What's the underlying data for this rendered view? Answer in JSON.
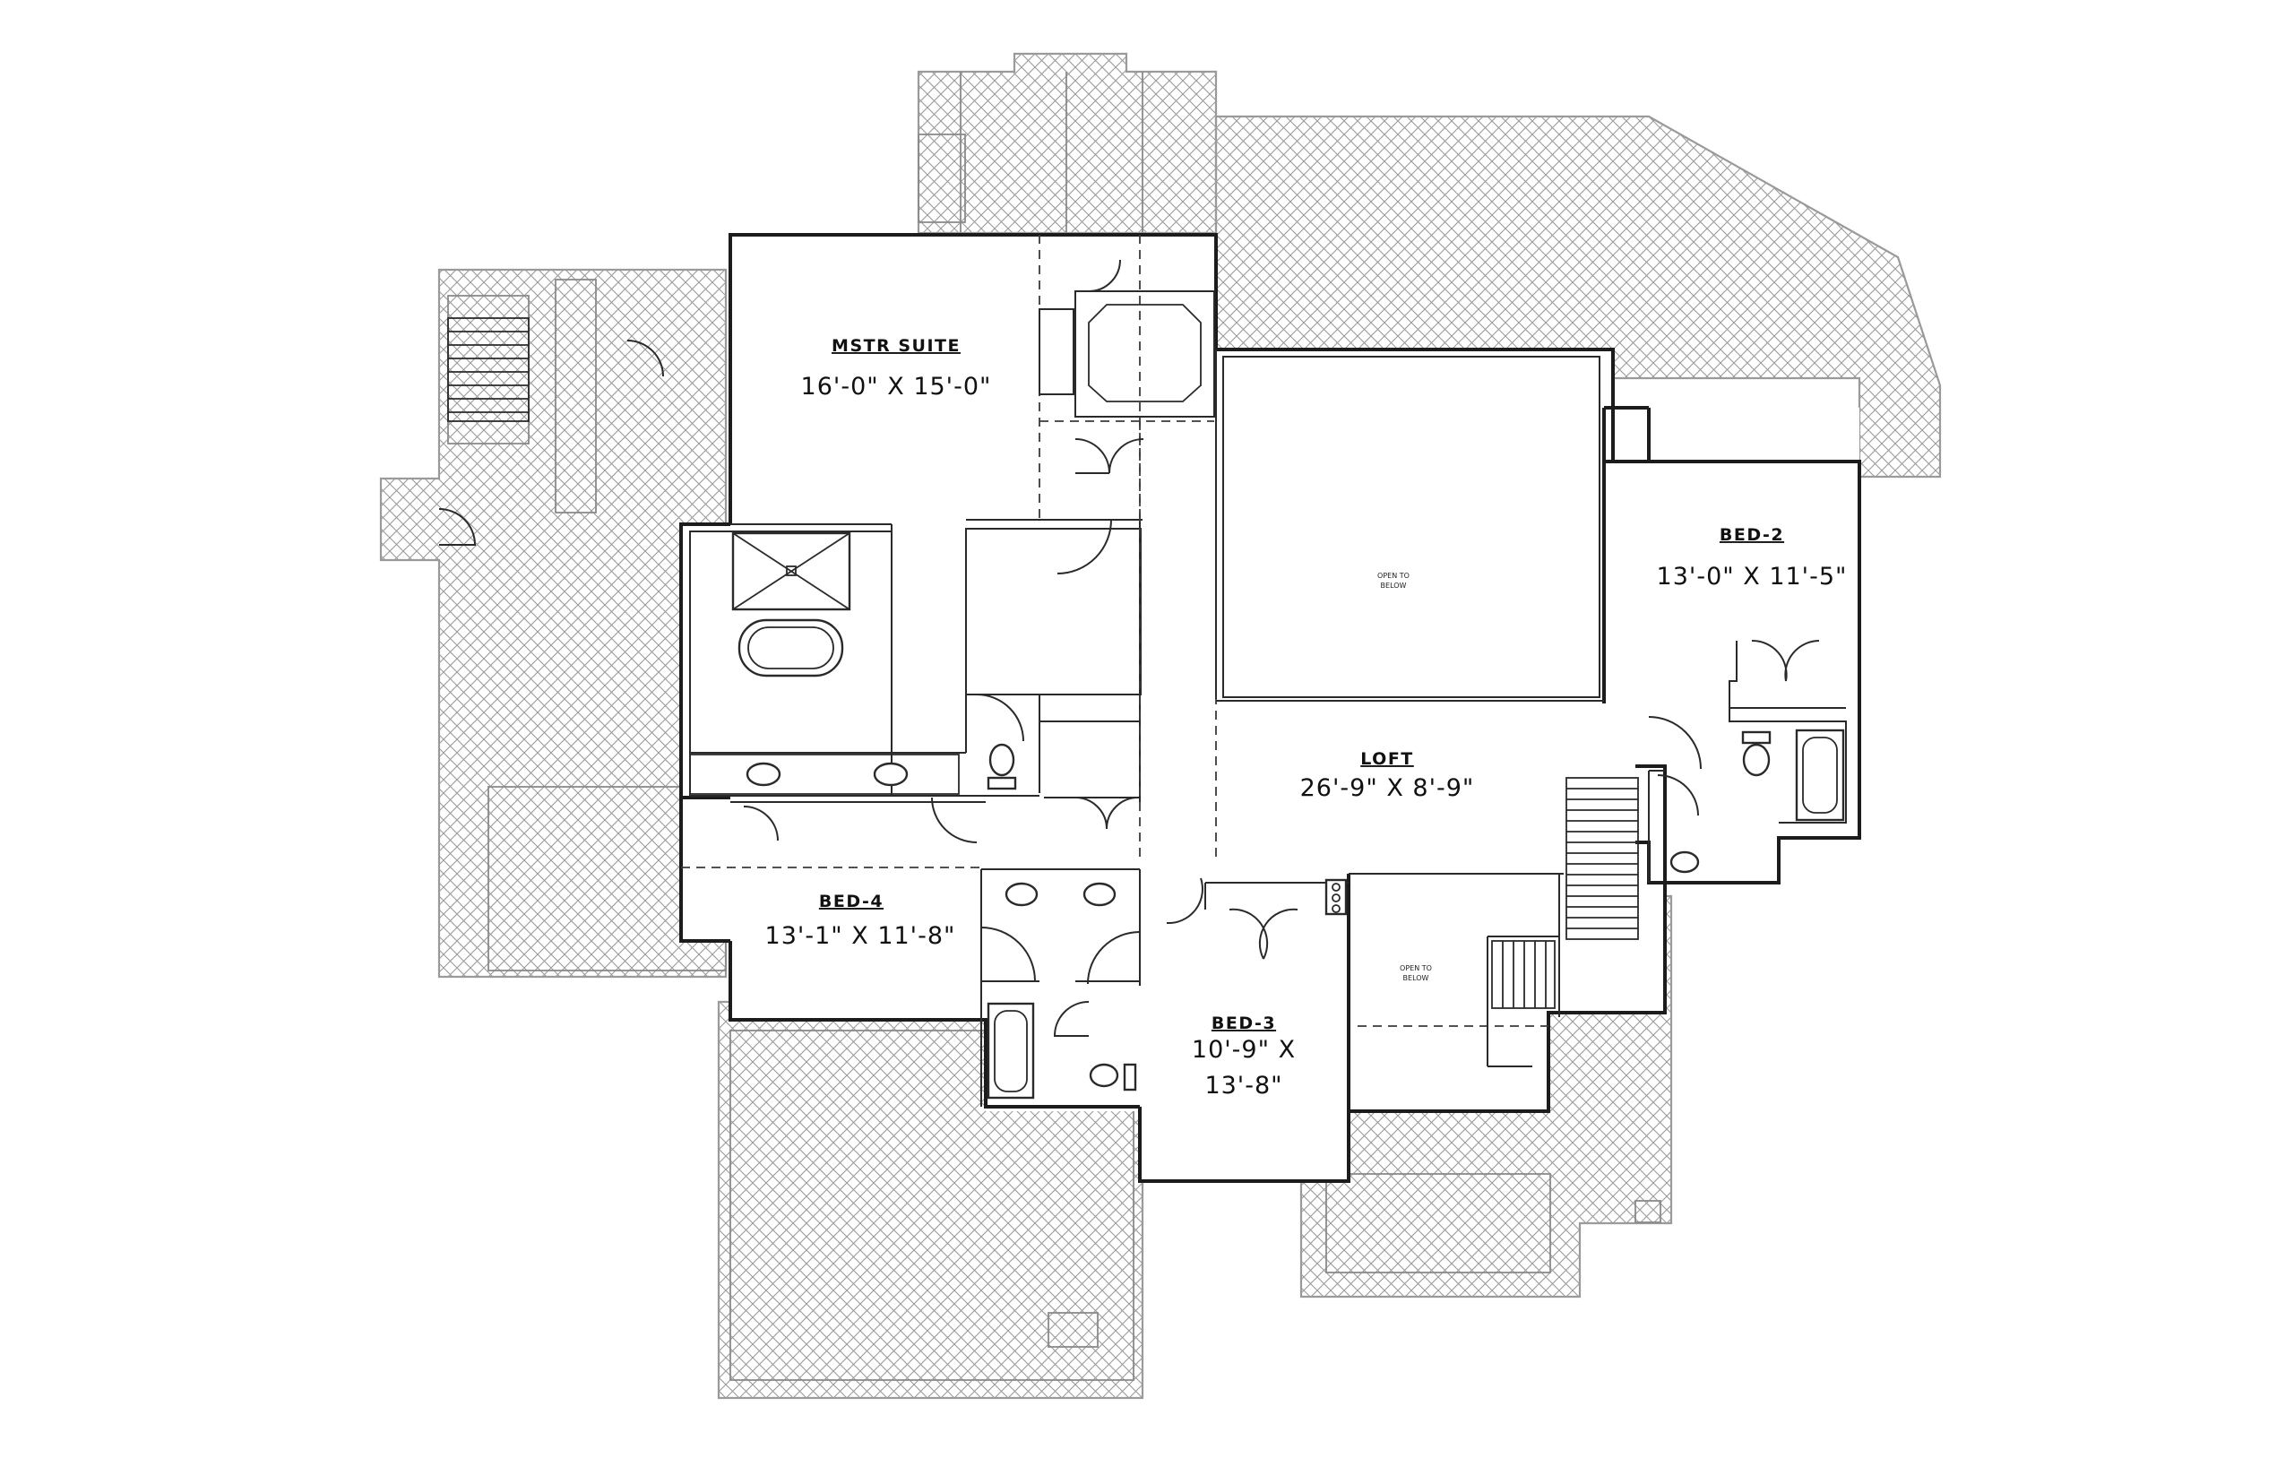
{
  "rooms": {
    "master_suite": {
      "name": "MSTR SUITE",
      "dims": "16'-0\" X 15'-0\""
    },
    "bed_2": {
      "name": "BED-2",
      "dims": "13'-0\" X 11'-5\""
    },
    "loft": {
      "name": "LOFT",
      "dims": "26'-9\" X 8'-9\""
    },
    "bed_4": {
      "name": "BED-4",
      "dims": "13'-1\" X 11'-8\""
    },
    "bed_3": {
      "name": "BED-3",
      "dims_line1": "10'-9\" X",
      "dims_line2": "13'-8\""
    }
  },
  "notes": {
    "open_to_below_1": {
      "line1": "OPEN TO",
      "line2": "BELOW"
    },
    "open_to_below_2": {
      "line1": "OPEN TO",
      "line2": "BELOW"
    }
  },
  "colors": {
    "wall": "#1c1c1c",
    "roof_hatch": "#9a9a9a",
    "background": "#ffffff"
  }
}
